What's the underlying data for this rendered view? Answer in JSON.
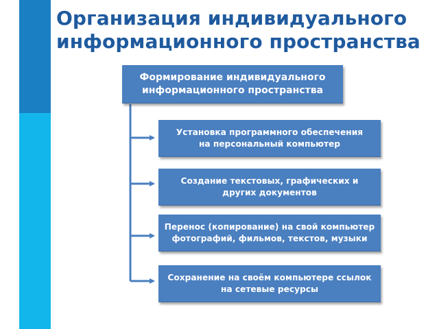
{
  "title": {
    "line1": "Организация индивидуального",
    "line2": "информационного пространства"
  },
  "root": {
    "line1": "Формирование индивидуального",
    "line2": "информационного пространства"
  },
  "items": [
    {
      "line1": "Установка программного обеспечения",
      "line2": "на персональный компьютер"
    },
    {
      "line1": "Создание текстовых, графических и",
      "line2": "других документов"
    },
    {
      "line1": "Перенос (копирование) на свой компьютер",
      "line2": "фотографий, фильмов, текстов, музыки"
    },
    {
      "line1": "Сохранение на своём компьютере ссылок",
      "line2": "на сетевые ресурсы"
    }
  ],
  "colors": {
    "title": "#1f5a9e",
    "box": "#4a7fc0",
    "connector": "#4a7fc0",
    "side_bar_top": "#1b7fc4",
    "side_bar_bottom": "#13b6ea"
  }
}
